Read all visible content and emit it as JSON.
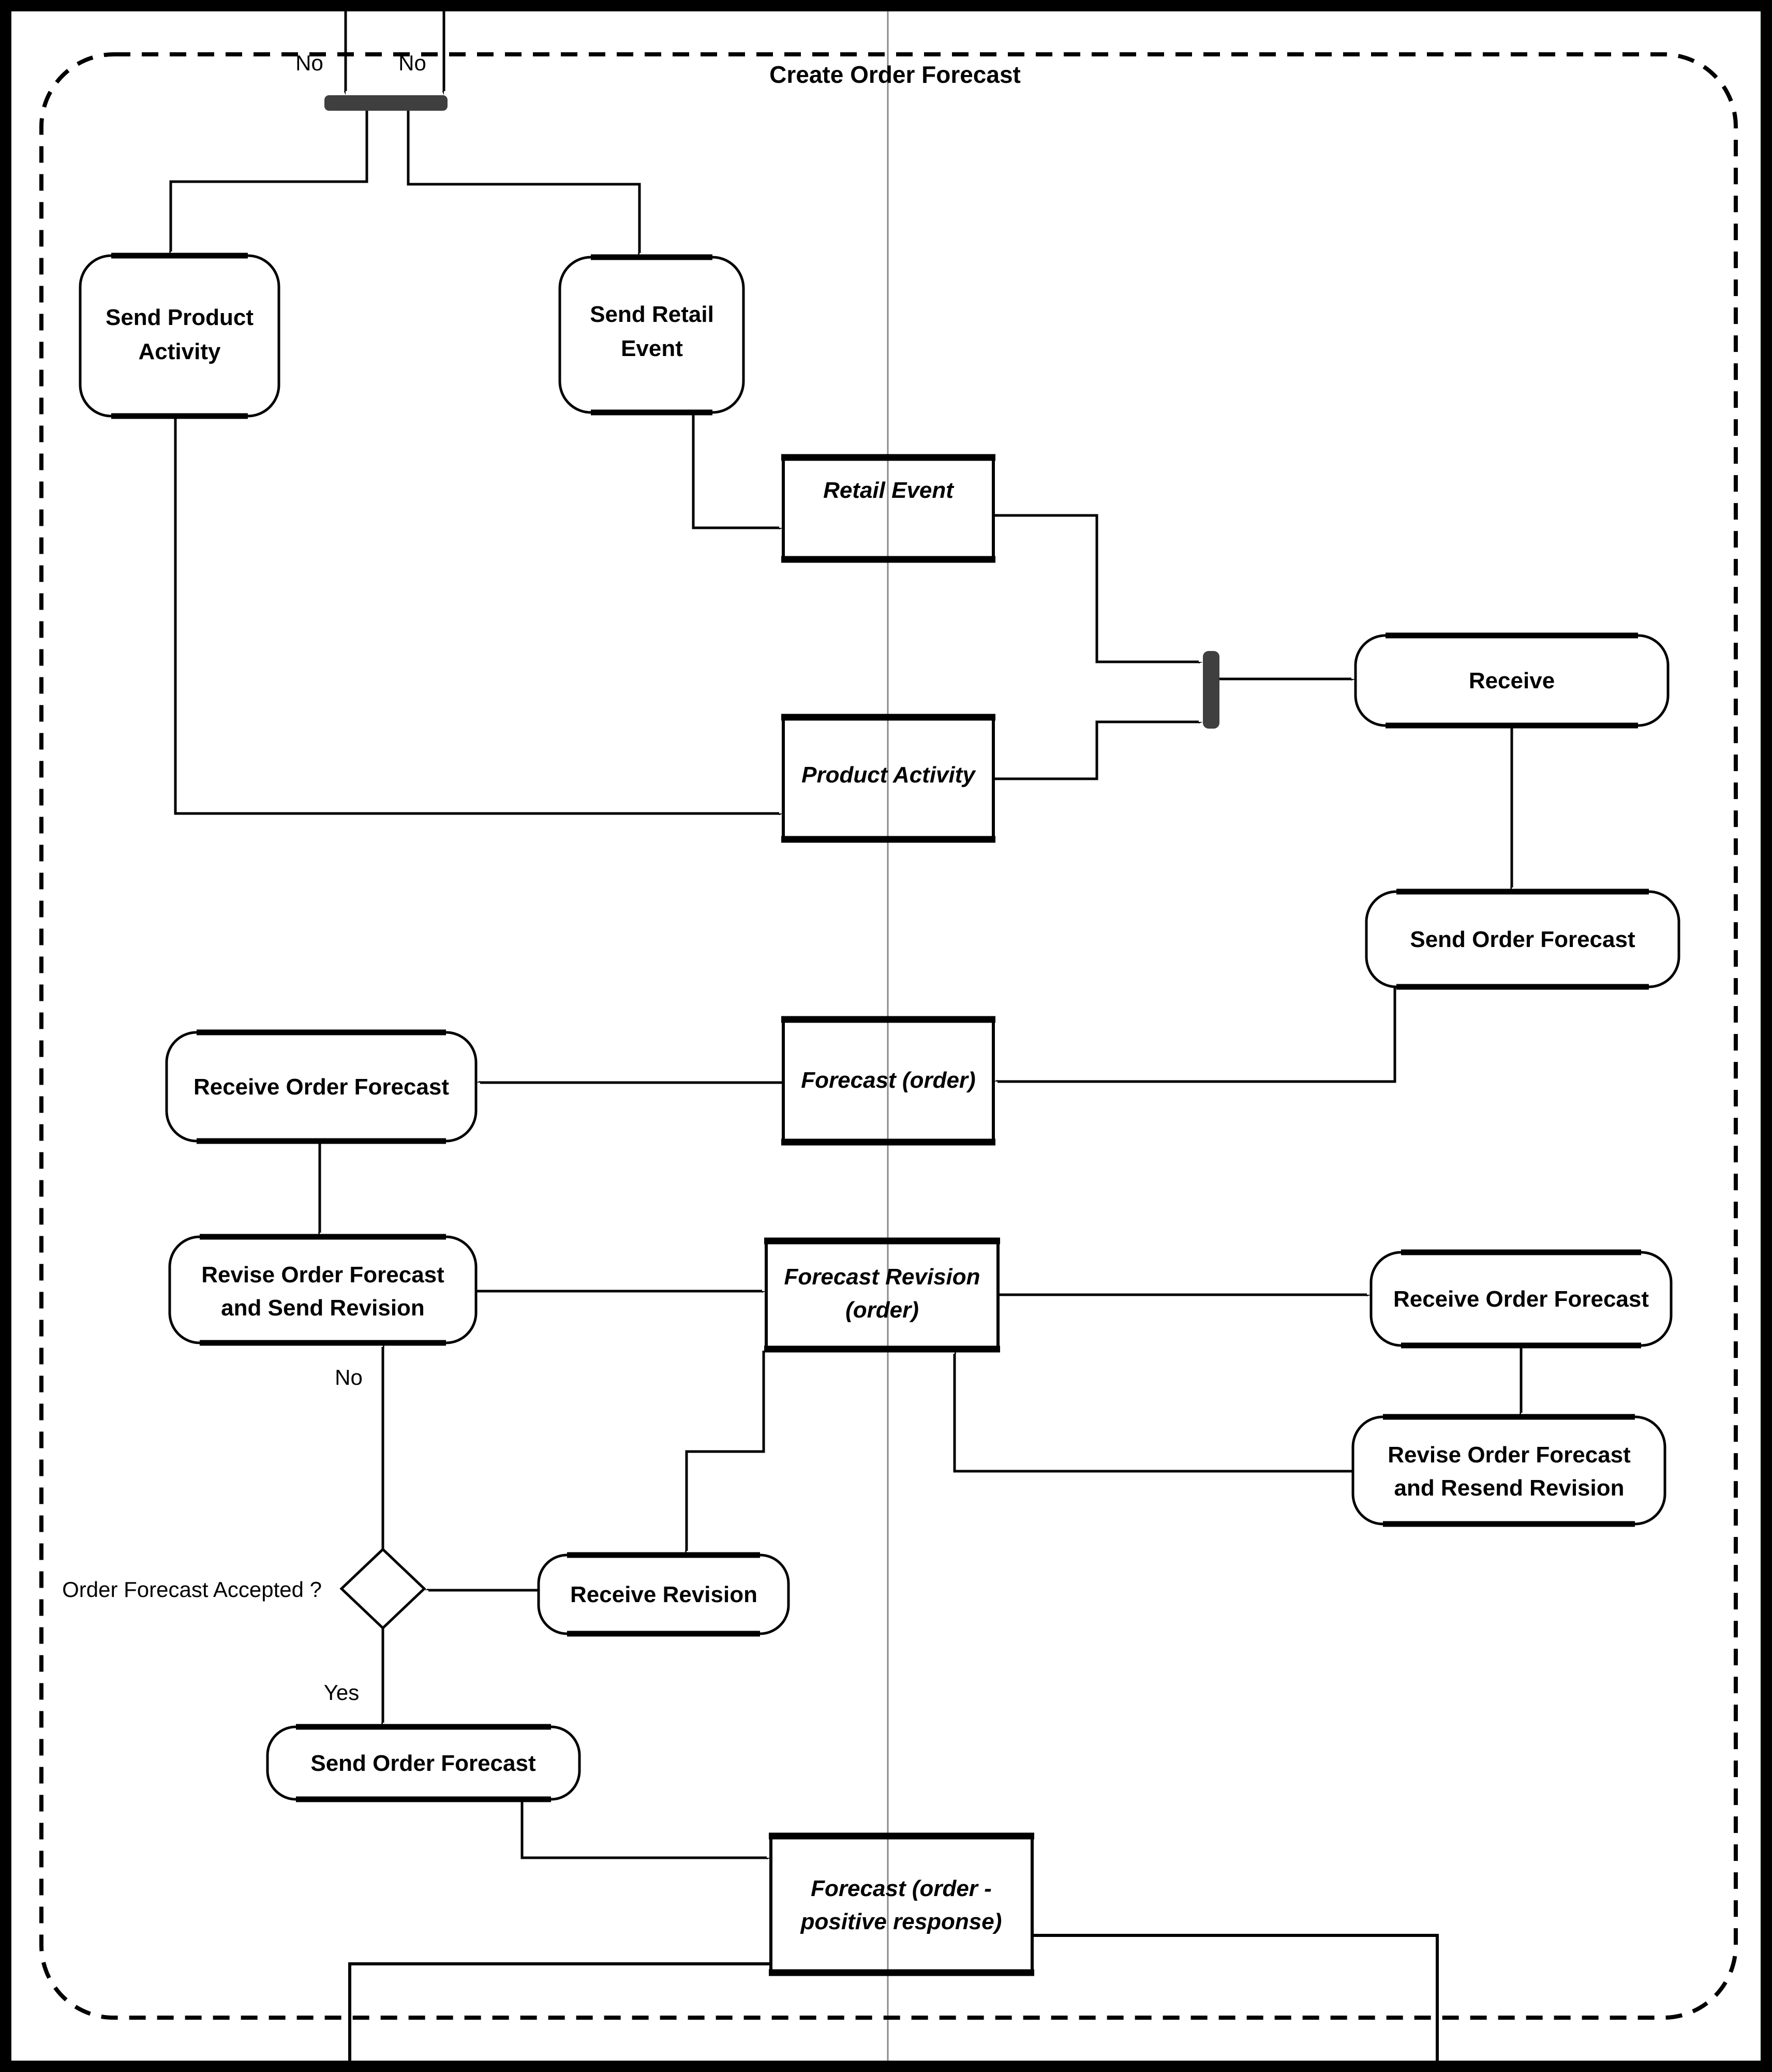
{
  "title": "Create Order Forecast",
  "labels": {
    "no_top_left": "No",
    "no_top_right": "No",
    "decision_no": "No",
    "decision_yes": "Yes",
    "decision_question": "Order Forecast Accepted ?"
  },
  "nodes": {
    "send_product_activity": {
      "type": "activity",
      "lines": [
        "Send Product",
        "Activity"
      ]
    },
    "send_retail_event": {
      "type": "activity",
      "lines": [
        "Send Retail",
        "Event"
      ]
    },
    "retail_event": {
      "type": "object",
      "lines": [
        "Retail Event"
      ]
    },
    "product_activity": {
      "type": "object",
      "lines": [
        "Product Activity"
      ]
    },
    "receive": {
      "type": "activity",
      "lines": [
        "Receive"
      ]
    },
    "send_order_forecast_top": {
      "type": "activity",
      "lines": [
        "Send Order Forecast"
      ]
    },
    "forecast_order": {
      "type": "object",
      "lines": [
        "Forecast (order)"
      ]
    },
    "receive_order_forecast_left": {
      "type": "activity",
      "lines": [
        "Receive Order Forecast"
      ]
    },
    "revise_order_forecast_send_revision": {
      "type": "activity",
      "lines": [
        "Revise Order Forecast",
        "and Send Revision"
      ]
    },
    "forecast_revision_order": {
      "type": "object",
      "lines": [
        "Forecast Revision",
        "(order)"
      ]
    },
    "receive_order_forecast_right": {
      "type": "activity",
      "lines": [
        "Receive Order Forecast"
      ]
    },
    "revise_order_forecast_resend_revision": {
      "type": "activity",
      "lines": [
        "Revise Order Forecast",
        "and Resend Revision"
      ]
    },
    "receive_revision": {
      "type": "activity",
      "lines": [
        "Receive Revision"
      ]
    },
    "send_order_forecast_bottom": {
      "type": "activity",
      "lines": [
        "Send Order Forecast"
      ]
    },
    "forecast_order_positive_response": {
      "type": "object",
      "lines": [
        "Forecast (order -",
        "positive response)"
      ]
    }
  },
  "colors": {
    "ink": "#000000",
    "bar_fill": "#3f3f3f",
    "swimlane": "#8a8a8a",
    "background": "#ffffff"
  }
}
